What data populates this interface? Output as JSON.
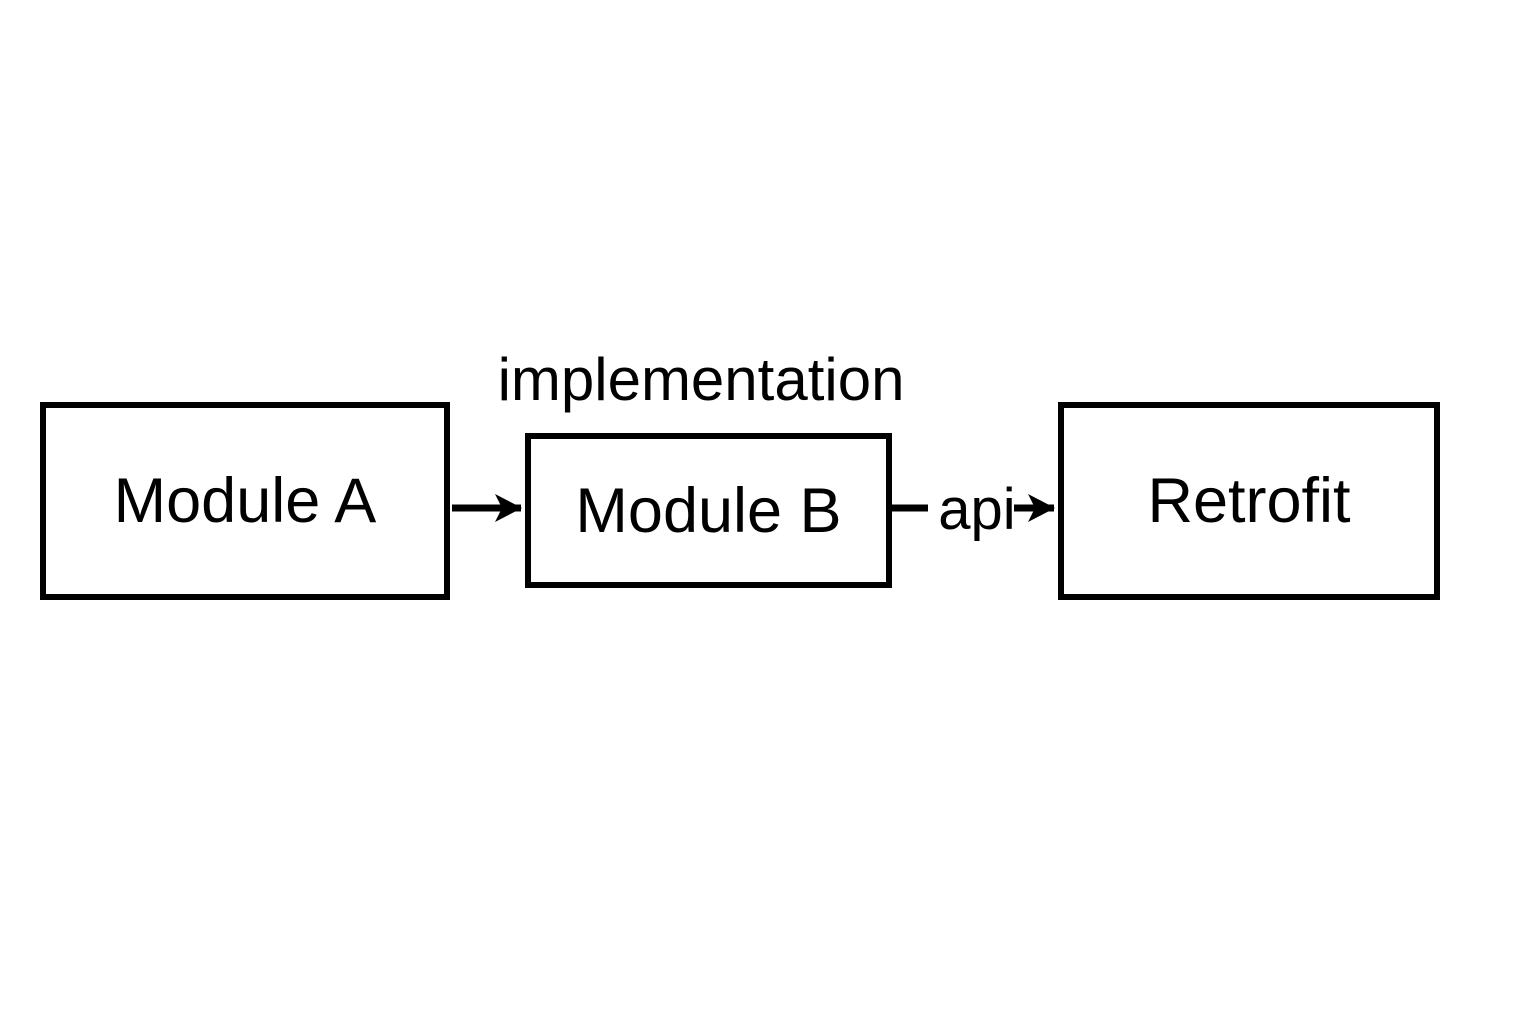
{
  "diagram": {
    "background_color": "#ffffff",
    "line_color": "#000000",
    "nodes": [
      {
        "id": "module-a",
        "label": "Module A"
      },
      {
        "id": "module-b",
        "label": "Module B"
      },
      {
        "id": "retrofit",
        "label": "Retrofit"
      }
    ],
    "edges": [
      {
        "from": "module-a",
        "to": "module-b",
        "label": "implementation",
        "arrow": "end"
      },
      {
        "from": "module-b",
        "to": "retrofit",
        "label": "api",
        "arrow": "end"
      }
    ]
  }
}
